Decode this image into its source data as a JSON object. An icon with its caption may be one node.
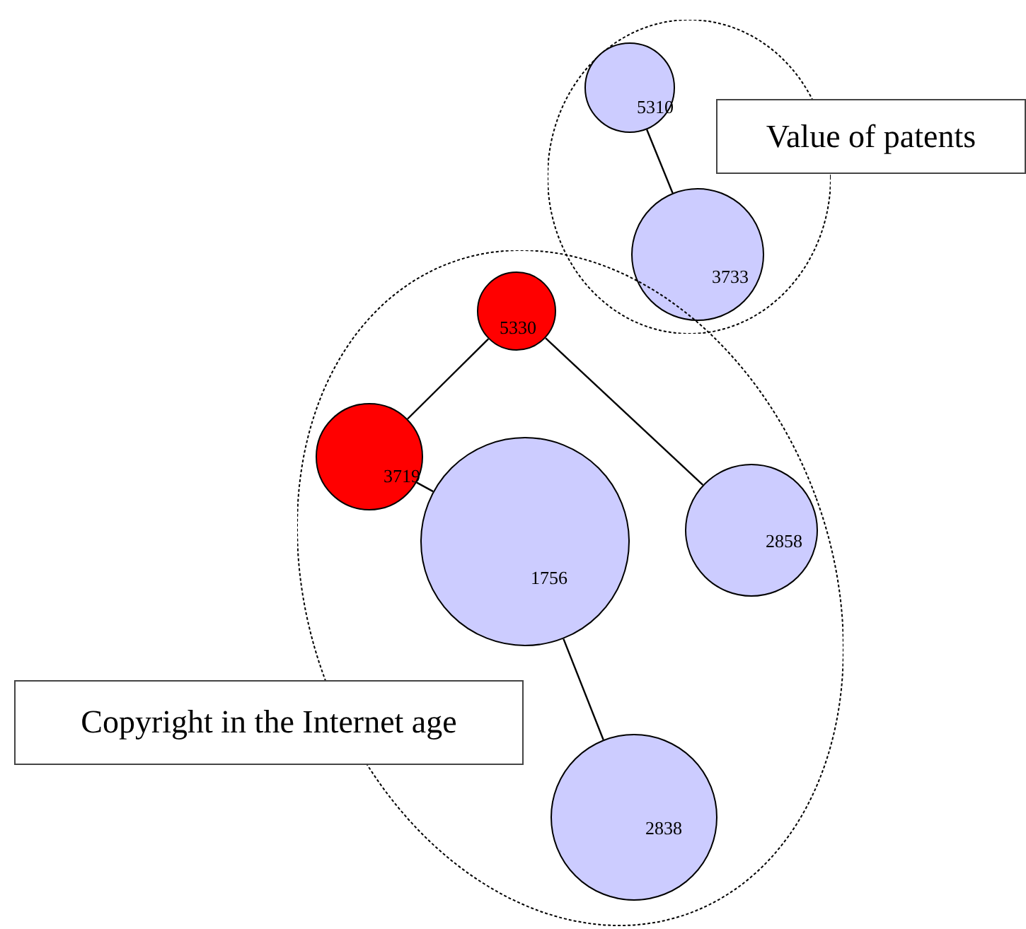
{
  "diagram": {
    "nodes": [
      {
        "text": [],
        "shape": "ellipse"
      },
      {
        "text": [
          "5310"
        ],
        "in": 0
      },
      {
        "text": [
          "3733"
        ],
        "in": 0
      },
      {
        "text": [
          "Value of patents"
        ]
      },
      {
        "text": [],
        "shape": "ellipse"
      },
      {
        "text": [
          "5330"
        ],
        "in": 4
      },
      {
        "text": [
          "3719"
        ],
        "in": 4
      },
      {
        "text": [
          "1756"
        ],
        "in": 4
      },
      {
        "text": [
          "2858"
        ],
        "in": 4
      },
      {
        "text": [
          "2838"
        ],
        "in": 4
      },
      {
        "text": [
          "Copyright in the Internet age"
        ]
      }
    ],
    "edges": [
      {
        "from": 1,
        "to": 2,
        "arrow": "none"
      },
      {
        "from": 5,
        "to": 6,
        "arrow": "none"
      },
      {
        "from": 5,
        "to": 8,
        "arrow": "none"
      },
      {
        "from": 6,
        "to": 7,
        "arrow": "none"
      },
      {
        "from": 7,
        "to": 9,
        "arrow": "none"
      }
    ]
  }
}
